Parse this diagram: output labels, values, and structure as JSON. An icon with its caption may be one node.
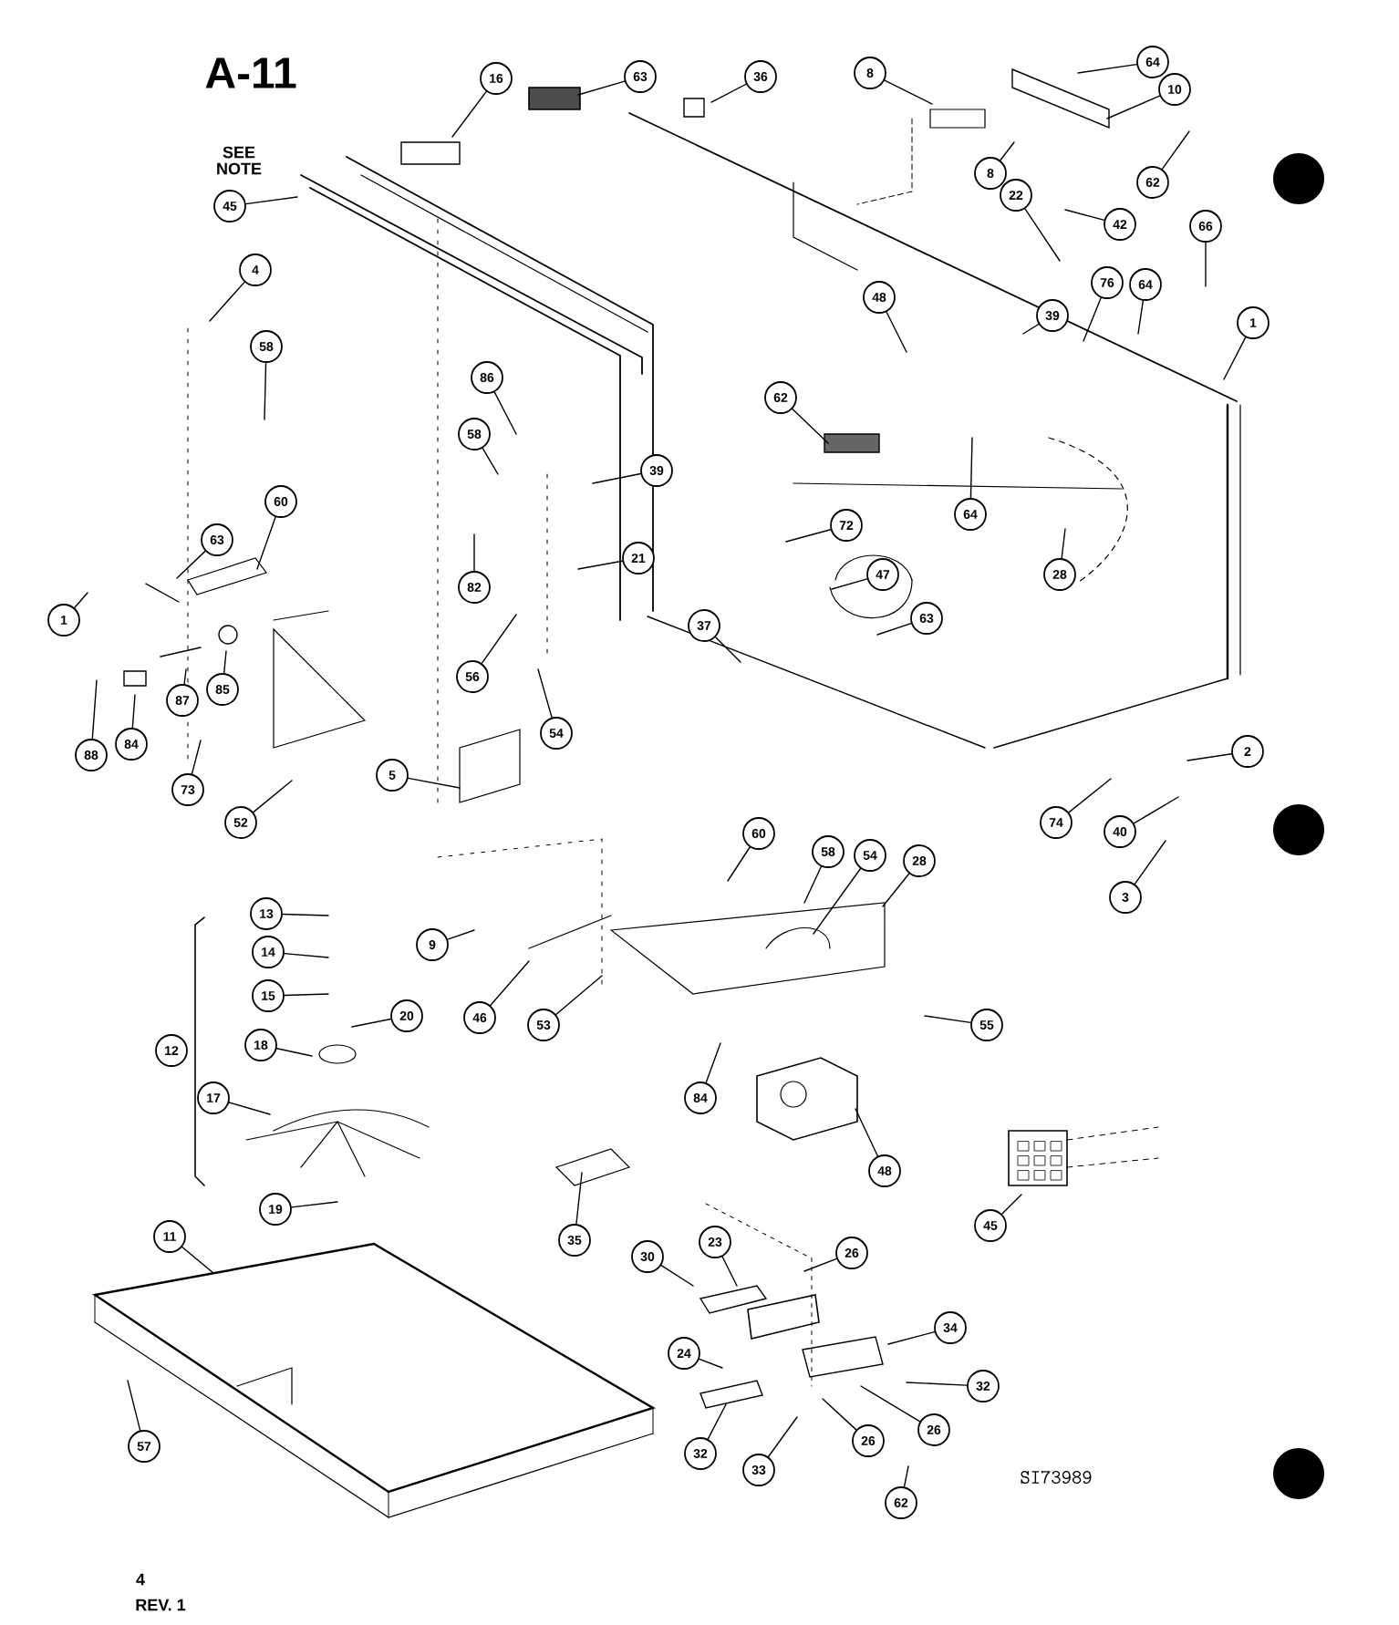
{
  "diagram": {
    "title": "A-11",
    "nodes": [
      {
        "text": [
          "16"
        ]
      },
      {
        "text": [
          "63"
        ]
      },
      {
        "text": [
          "36"
        ]
      },
      {
        "text": [
          "8"
        ]
      },
      {
        "text": [
          "64"
        ]
      },
      {
        "text": [
          "10"
        ]
      },
      {
        "text": [
          "62"
        ]
      },
      {
        "text": [
          "8"
        ]
      },
      {
        "text": [
          "45"
        ]
      },
      {
        "text": [
          "22"
        ]
      },
      {
        "text": [
          "42"
        ]
      },
      {
        "text": [
          "66"
        ]
      },
      {
        "text": [
          "4"
        ]
      },
      {
        "text": [
          "76"
        ]
      },
      {
        "text": [
          "64"
        ]
      },
      {
        "text": [
          "48"
        ]
      },
      {
        "text": [
          "39"
        ]
      },
      {
        "text": [
          "1"
        ]
      },
      {
        "text": [
          "58"
        ]
      },
      {
        "text": [
          "86"
        ]
      },
      {
        "text": [
          "62"
        ]
      },
      {
        "text": [
          "58"
        ]
      },
      {
        "text": [
          "39"
        ]
      },
      {
        "text": [
          "60"
        ]
      },
      {
        "text": [
          "64"
        ]
      },
      {
        "text": [
          "72"
        ]
      },
      {
        "text": [
          "63"
        ]
      },
      {
        "text": [
          "21"
        ]
      },
      {
        "text": [
          "47"
        ]
      },
      {
        "text": [
          "28"
        ]
      },
      {
        "text": [
          "82"
        ]
      },
      {
        "text": [
          "1"
        ]
      },
      {
        "text": [
          "63"
        ]
      },
      {
        "text": [
          "37"
        ]
      },
      {
        "text": [
          "56"
        ]
      },
      {
        "text": [
          "85"
        ]
      },
      {
        "text": [
          "87"
        ]
      },
      {
        "text": [
          "54"
        ]
      },
      {
        "text": [
          "84"
        ]
      },
      {
        "text": [
          "88"
        ]
      },
      {
        "text": [
          "2"
        ]
      },
      {
        "text": [
          "5"
        ]
      },
      {
        "text": [
          "73"
        ]
      },
      {
        "text": [
          "52"
        ]
      },
      {
        "text": [
          "74"
        ]
      },
      {
        "text": [
          "40"
        ]
      },
      {
        "text": [
          "60"
        ]
      },
      {
        "text": [
          "58"
        ]
      },
      {
        "text": [
          "54"
        ]
      },
      {
        "text": [
          "28"
        ]
      },
      {
        "text": [
          "3"
        ]
      },
      {
        "text": [
          "13"
        ]
      },
      {
        "text": [
          "9"
        ]
      },
      {
        "text": [
          "14"
        ]
      },
      {
        "text": [
          "15"
        ]
      },
      {
        "text": [
          "20"
        ]
      },
      {
        "text": [
          "46"
        ]
      },
      {
        "text": [
          "53"
        ]
      },
      {
        "text": [
          "55"
        ]
      },
      {
        "text": [
          "18"
        ]
      },
      {
        "text": [
          "12"
        ]
      },
      {
        "text": [
          "17"
        ]
      },
      {
        "text": [
          "84"
        ]
      },
      {
        "text": [
          "48"
        ]
      },
      {
        "text": [
          "19"
        ]
      },
      {
        "text": [
          "45"
        ]
      },
      {
        "text": [
          "11"
        ]
      },
      {
        "text": [
          "35"
        ]
      },
      {
        "text": [
          "23"
        ]
      },
      {
        "text": [
          "26"
        ]
      },
      {
        "text": [
          "30"
        ]
      },
      {
        "text": [
          "34"
        ]
      },
      {
        "text": [
          "24"
        ]
      },
      {
        "text": [
          "32"
        ]
      },
      {
        "text": [
          "26"
        ]
      },
      {
        "text": [
          "26"
        ]
      },
      {
        "text": [
          "57"
        ]
      },
      {
        "text": [
          "32"
        ]
      },
      {
        "text": [
          "33"
        ]
      },
      {
        "text": [
          "62"
        ]
      }
    ],
    "edges": [
      {
        "from": 0,
        "to": null,
        "arrow": "none"
      },
      {
        "from": 1,
        "to": null,
        "arrow": "none"
      },
      {
        "from": 2,
        "to": null,
        "arrow": "none"
      },
      {
        "from": 3,
        "to": null,
        "arrow": "none"
      },
      {
        "from": 4,
        "to": null,
        "arrow": "none"
      },
      {
        "from": 5,
        "to": null,
        "arrow": "none"
      },
      {
        "from": 6,
        "to": null,
        "arrow": "none"
      },
      {
        "from": 7,
        "to": null,
        "arrow": "none"
      },
      {
        "from": 8,
        "to": null,
        "arrow": "none"
      },
      {
        "from": 9,
        "to": null,
        "arrow": "none"
      },
      {
        "from": 10,
        "to": null,
        "arrow": "none"
      },
      {
        "from": 11,
        "to": null,
        "arrow": "none"
      },
      {
        "from": 12,
        "to": null,
        "arrow": "none"
      },
      {
        "from": 13,
        "to": null,
        "arrow": "none"
      },
      {
        "from": 14,
        "to": null,
        "arrow": "none"
      },
      {
        "from": 15,
        "to": null,
        "arrow": "none"
      },
      {
        "from": 16,
        "to": null,
        "arrow": "none"
      },
      {
        "from": 17,
        "to": null,
        "arrow": "none"
      },
      {
        "from": 18,
        "to": null,
        "arrow": "none"
      },
      {
        "from": 19,
        "to": null,
        "arrow": "none"
      },
      {
        "from": 20,
        "to": null,
        "arrow": "none"
      },
      {
        "from": 21,
        "to": null,
        "arrow": "none"
      },
      {
        "from": 22,
        "to": null,
        "arrow": "none"
      },
      {
        "from": 23,
        "to": null,
        "arrow": "none"
      },
      {
        "from": 24,
        "to": null,
        "arrow": "none"
      },
      {
        "from": 25,
        "to": null,
        "arrow": "none"
      },
      {
        "from": 26,
        "to": null,
        "arrow": "none"
      },
      {
        "from": 27,
        "to": null,
        "arrow": "none"
      },
      {
        "from": 28,
        "to": null,
        "arrow": "none"
      },
      {
        "from": 29,
        "to": null,
        "arrow": "none"
      },
      {
        "from": 30,
        "to": null,
        "arrow": "none"
      },
      {
        "from": 31,
        "to": null,
        "arrow": "none"
      },
      {
        "from": 32,
        "to": null,
        "arrow": "none"
      },
      {
        "from": 33,
        "to": null,
        "arrow": "none"
      },
      {
        "from": 34,
        "to": null,
        "arrow": "none"
      },
      {
        "from": 35,
        "to": null,
        "arrow": "none"
      },
      {
        "from": 36,
        "to": null,
        "arrow": "none"
      },
      {
        "from": 37,
        "to": null,
        "arrow": "none"
      },
      {
        "from": 38,
        "to": null,
        "arrow": "none"
      },
      {
        "from": 39,
        "to": null,
        "arrow": "none"
      },
      {
        "from": 40,
        "to": null,
        "arrow": "none"
      },
      {
        "from": 41,
        "to": null,
        "arrow": "none"
      },
      {
        "from": 42,
        "to": null,
        "arrow": "none"
      },
      {
        "from": 43,
        "to": null,
        "arrow": "none"
      },
      {
        "from": 44,
        "to": null,
        "arrow": "none"
      },
      {
        "from": 45,
        "to": null,
        "arrow": "none"
      },
      {
        "from": 46,
        "to": null,
        "arrow": "none"
      },
      {
        "from": 47,
        "to": null,
        "arrow": "none"
      },
      {
        "from": 48,
        "to": null,
        "arrow": "none"
      },
      {
        "from": 49,
        "to": null,
        "arrow": "none"
      },
      {
        "from": 50,
        "to": null,
        "arrow": "none"
      },
      {
        "from": 51,
        "to": null,
        "arrow": "none"
      },
      {
        "from": 52,
        "to": null,
        "arrow": "none"
      },
      {
        "from": 53,
        "to": null,
        "arrow": "none"
      },
      {
        "from": 54,
        "to": null,
        "arrow": "none"
      },
      {
        "from": 55,
        "to": null,
        "arrow": "none"
      },
      {
        "from": 56,
        "to": null,
        "arrow": "none"
      },
      {
        "from": 57,
        "to": null,
        "arrow": "none"
      },
      {
        "from": 58,
        "to": null,
        "arrow": "none"
      },
      {
        "from": 59,
        "to": null,
        "arrow": "none"
      },
      {
        "from": 61,
        "to": null,
        "arrow": "none"
      },
      {
        "from": 62,
        "to": null,
        "arrow": "none"
      },
      {
        "from": 63,
        "to": null,
        "arrow": "none"
      },
      {
        "from": 64,
        "to": null,
        "arrow": "none"
      },
      {
        "from": 65,
        "to": null,
        "arrow": "none"
      },
      {
        "from": 66,
        "to": null,
        "arrow": "none"
      },
      {
        "from": 67,
        "to": null,
        "arrow": "none"
      },
      {
        "from": 68,
        "to": null,
        "arrow": "none"
      },
      {
        "from": 69,
        "to": null,
        "arrow": "none"
      },
      {
        "from": 70,
        "to": null,
        "arrow": "none"
      },
      {
        "from": 71,
        "to": null,
        "arrow": "none"
      },
      {
        "from": 72,
        "to": null,
        "arrow": "none"
      },
      {
        "from": 73,
        "to": null,
        "arrow": "none"
      },
      {
        "from": 74,
        "to": null,
        "arrow": "none"
      },
      {
        "from": 75,
        "to": null,
        "arrow": "none"
      },
      {
        "from": 76,
        "to": null,
        "arrow": "none"
      },
      {
        "from": 77,
        "to": null,
        "arrow": "none"
      },
      {
        "from": 78,
        "to": null,
        "arrow": "none"
      },
      {
        "from": 79,
        "to": null,
        "arrow": "none"
      }
    ],
    "labels": [
      "SEE NOTE",
      "SI73989",
      "4",
      "REV. 1"
    ]
  }
}
